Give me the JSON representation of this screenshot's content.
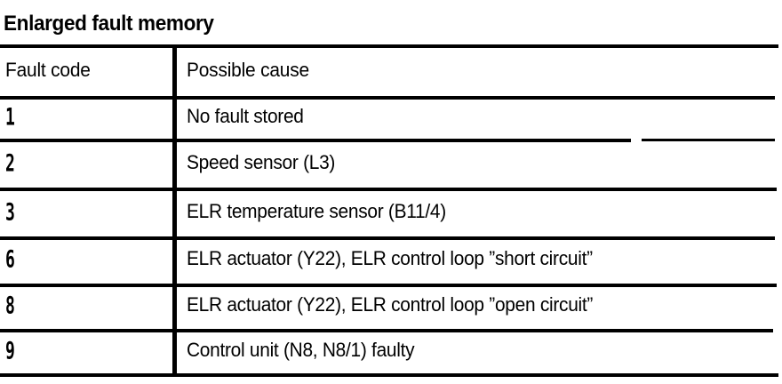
{
  "document": {
    "title": "Enlarged fault memory"
  },
  "table": {
    "headers": {
      "code": "Fault code",
      "cause": "Possible cause"
    },
    "rows": [
      {
        "code": "1",
        "cause": "No fault stored"
      },
      {
        "code": "2",
        "cause": "Speed sensor (L3)"
      },
      {
        "code": "3",
        "cause": "ELR temperature sensor (B11/4)"
      },
      {
        "code": "6",
        "cause": "ELR actuator (Y22), ELR control loop ”short circuit”"
      },
      {
        "code": "8",
        "cause": "ELR actuator (Y22), ELR control loop ”open circuit”"
      },
      {
        "code": "9",
        "cause": "Control unit (N8, N8/1) faulty"
      }
    ]
  },
  "style": {
    "ink_color": "#000000",
    "paper_color": "#ffffff"
  }
}
